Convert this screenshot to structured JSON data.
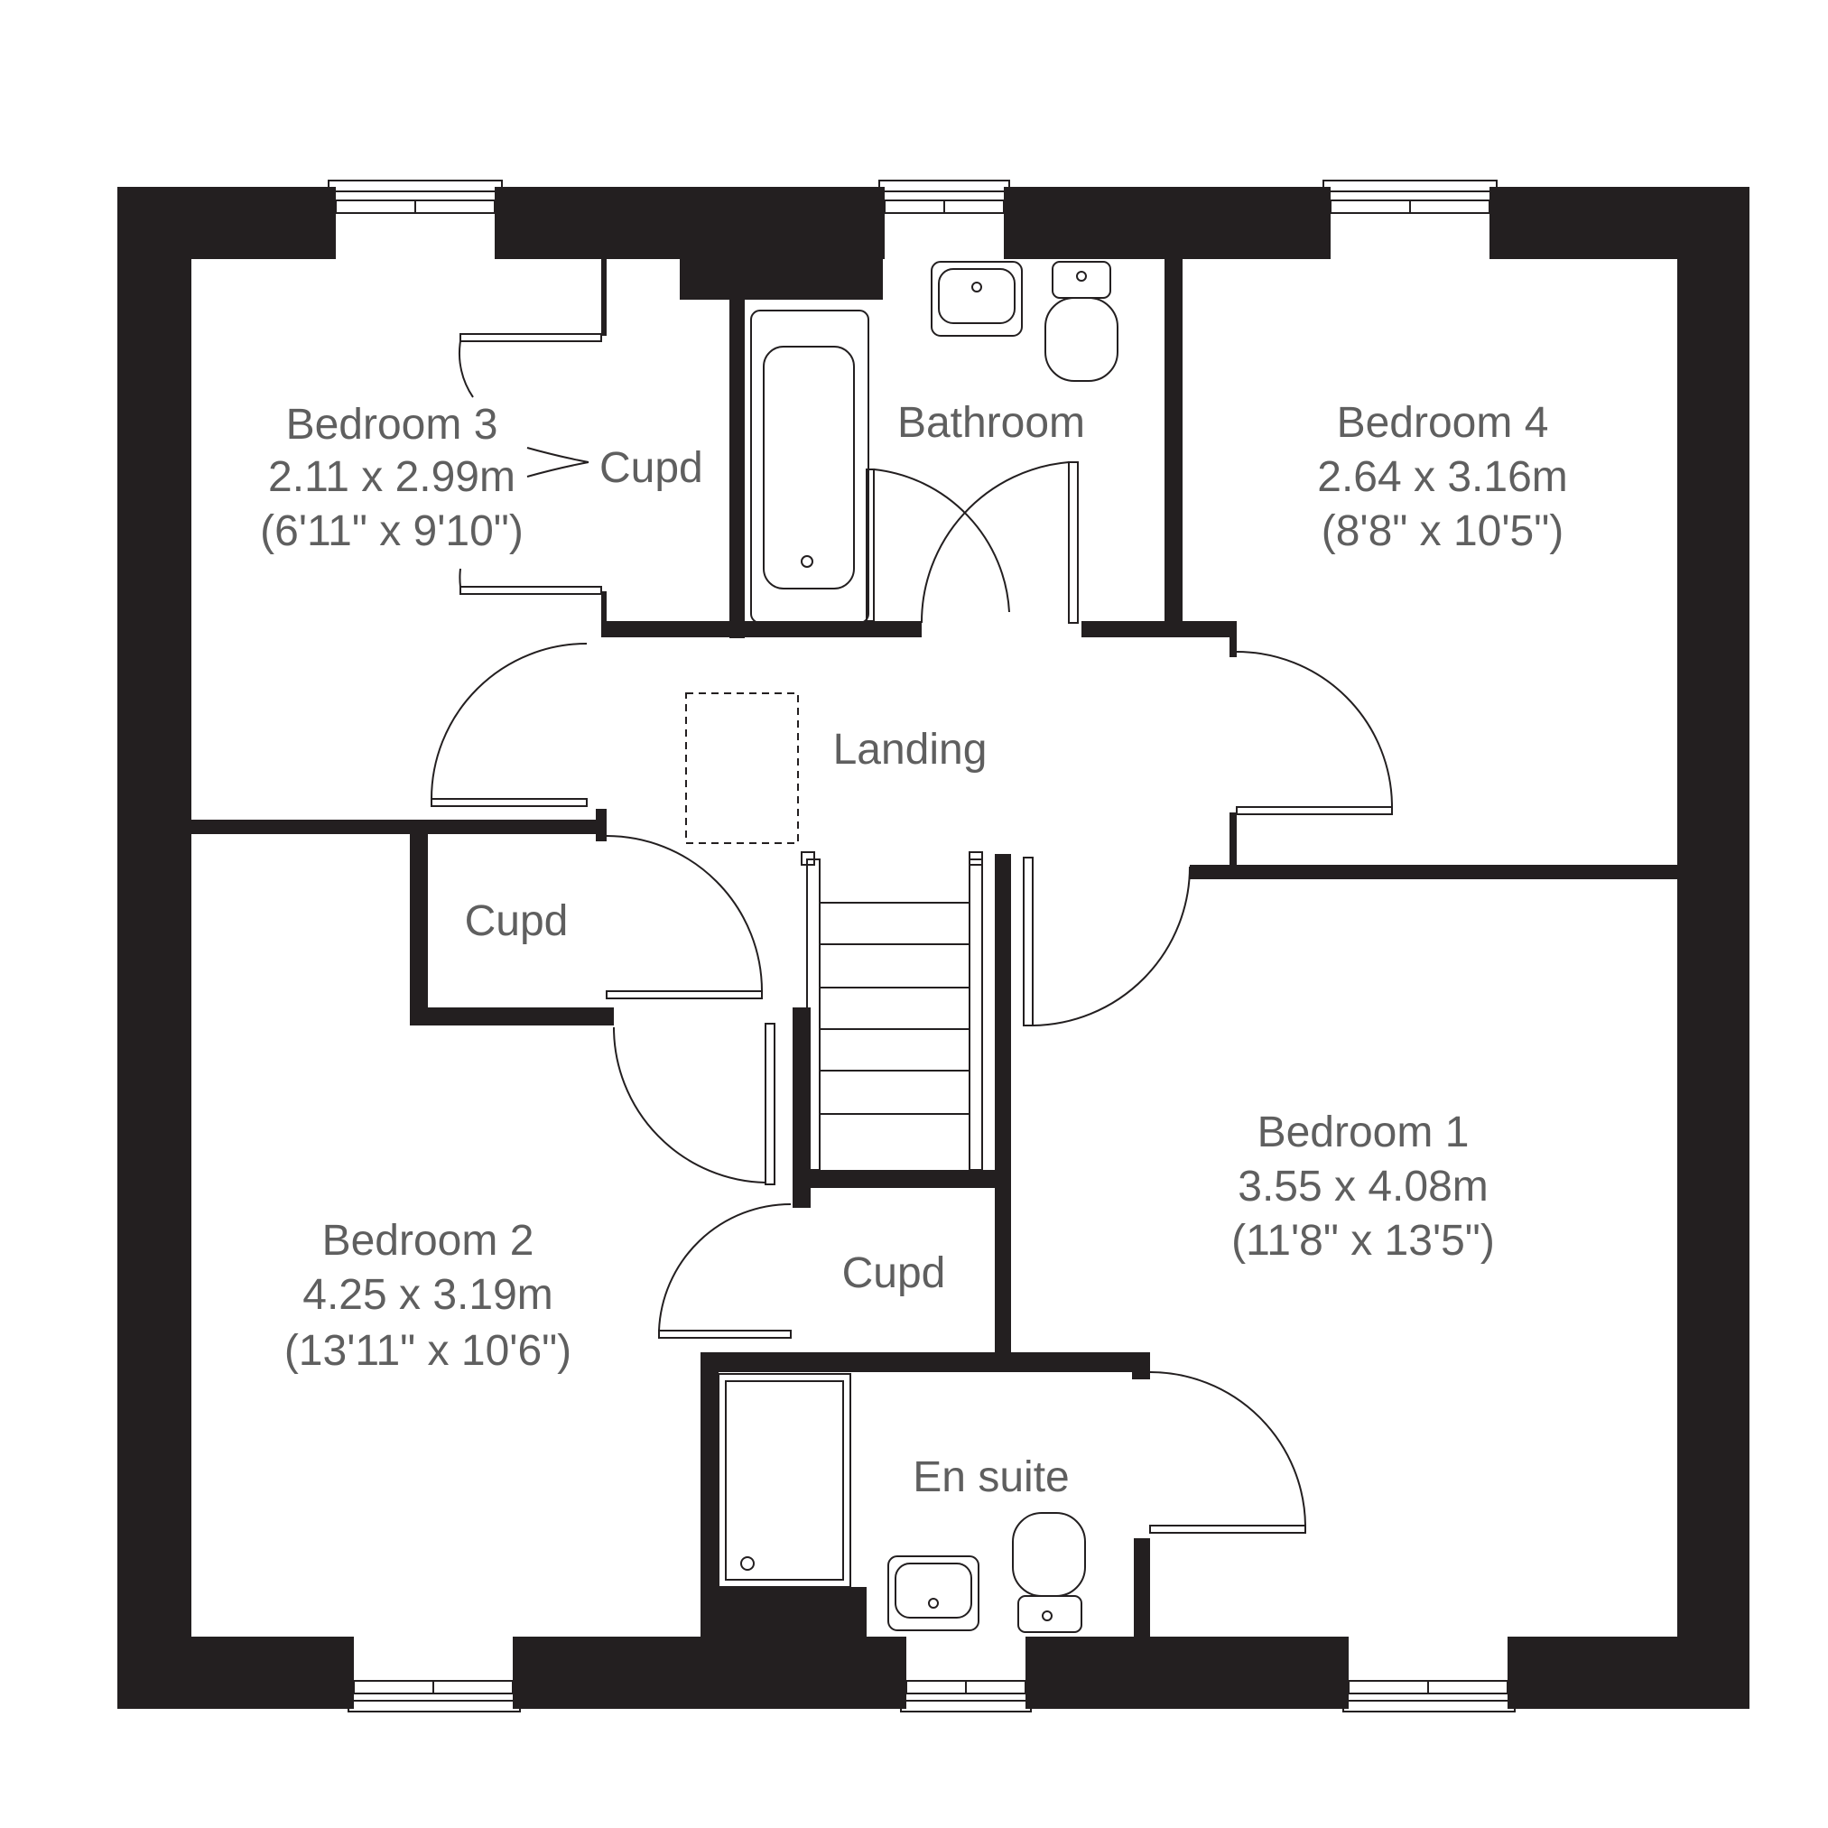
{
  "rooms": {
    "bedroom3": {
      "name": "Bedroom 3",
      "metric": "2.11 x 2.99m",
      "imperial": "(6'11\" x 9'10\")"
    },
    "bedroom4": {
      "name": "Bedroom 4",
      "metric": "2.64 x 3.16m",
      "imperial": "(8'8\" x 10'5\")"
    },
    "bedroom2": {
      "name": "Bedroom 2",
      "metric": "4.25 x 3.19m",
      "imperial": "(13'11\" x 10'6\")"
    },
    "bedroom1": {
      "name": "Bedroom 1",
      "metric": "3.55 x 4.08m",
      "imperial": "(11'8\" x 13'5\")"
    },
    "bathroom": {
      "name": "Bathroom"
    },
    "landing": {
      "name": "Landing"
    },
    "ensuite": {
      "name": "En suite"
    }
  },
  "cupboards": {
    "bedroom3_cupd": "Cupd",
    "landing_cupd": "Cupd",
    "stair_cupd": "Cupd"
  },
  "colors": {
    "wall": "#231f20",
    "label": "#5f5f5f",
    "background": "#ffffff"
  },
  "icons": [
    "window-icon",
    "door-swing-icon",
    "bath-icon",
    "basin-icon",
    "toilet-icon",
    "shower-tray-icon",
    "staircase-icon",
    "loft-hatch-icon"
  ]
}
